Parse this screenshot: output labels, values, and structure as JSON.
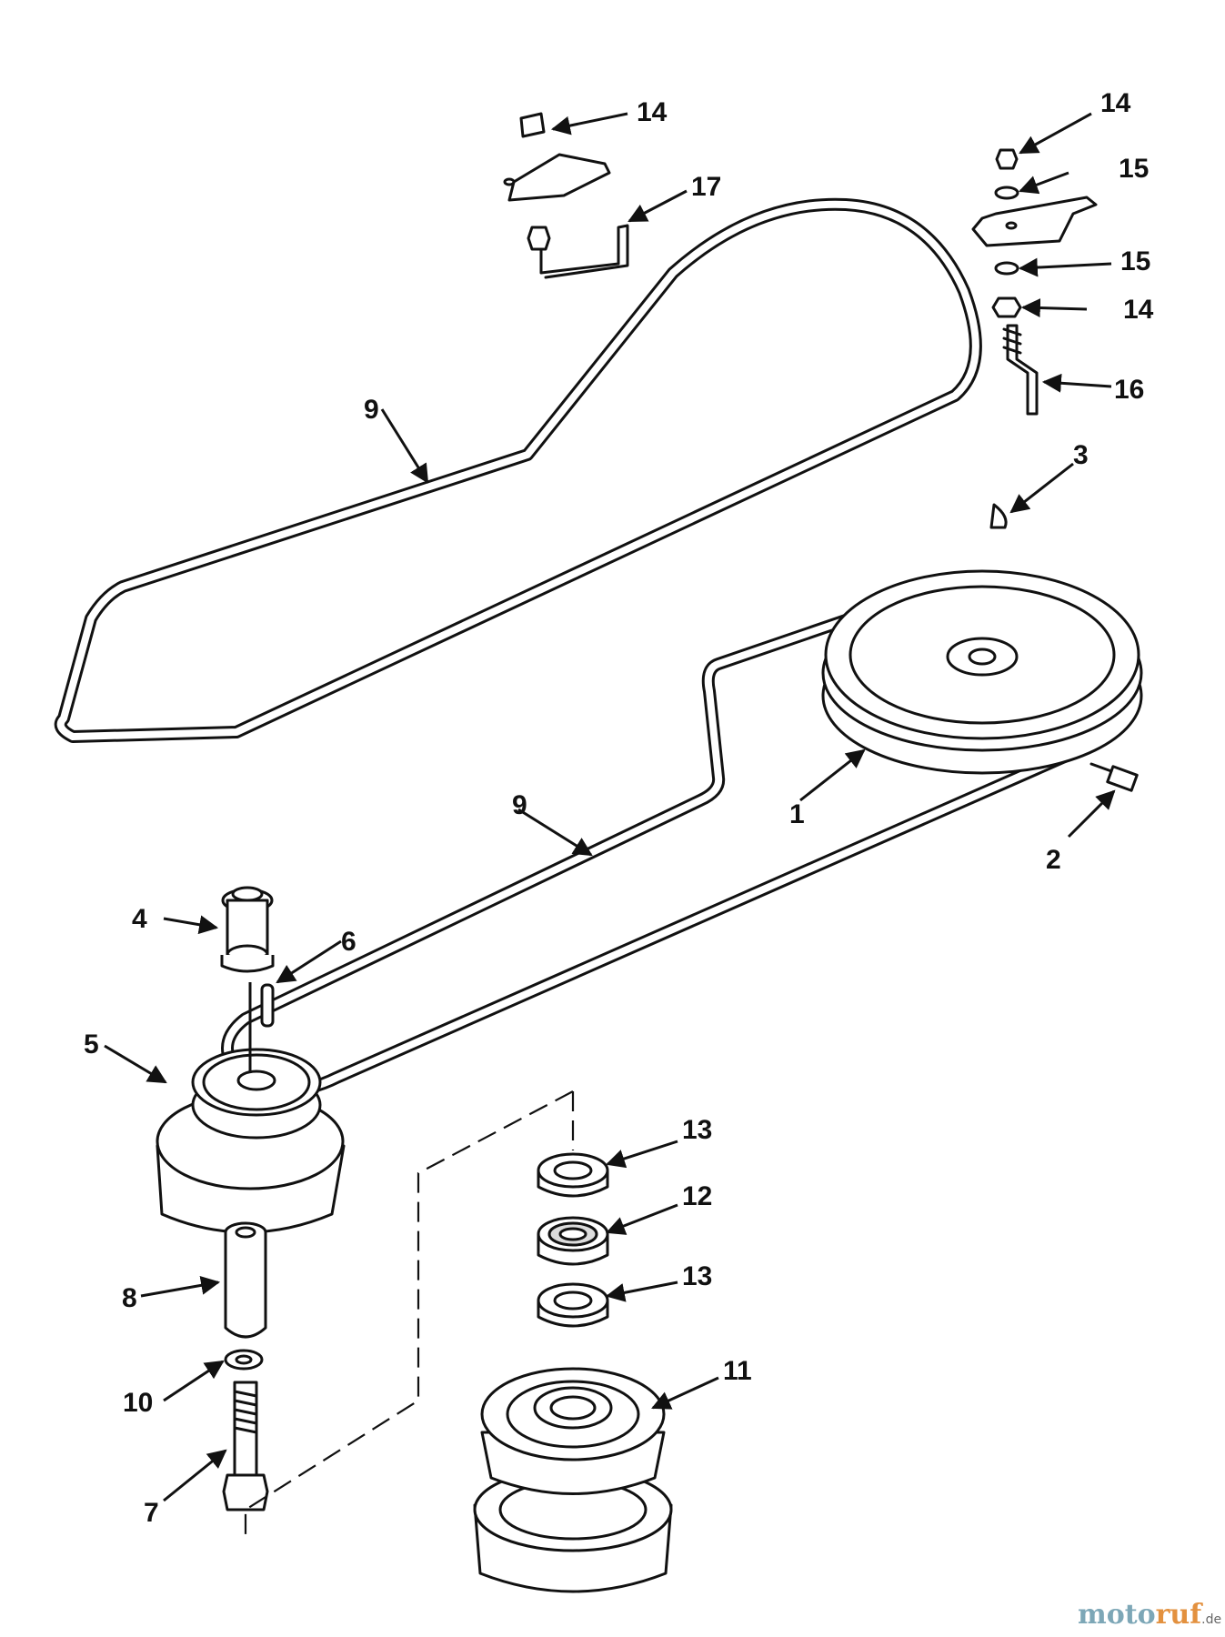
{
  "callouts": {
    "c1": "1",
    "c2": "2",
    "c3": "3",
    "c4": "4",
    "c5": "5",
    "c6": "6",
    "c7": "7",
    "c8": "8",
    "c9a": "9",
    "c9b": "9",
    "c10": "10",
    "c11": "11",
    "c12": "12",
    "c13a": "13",
    "c13b": "13",
    "c14a": "14",
    "c14b": "14",
    "c14c": "14",
    "c15a": "15",
    "c15b": "15",
    "c16": "16",
    "c17": "17"
  },
  "watermark": {
    "moto": "moto",
    "ruf": "ruf",
    "tld": ".de"
  }
}
